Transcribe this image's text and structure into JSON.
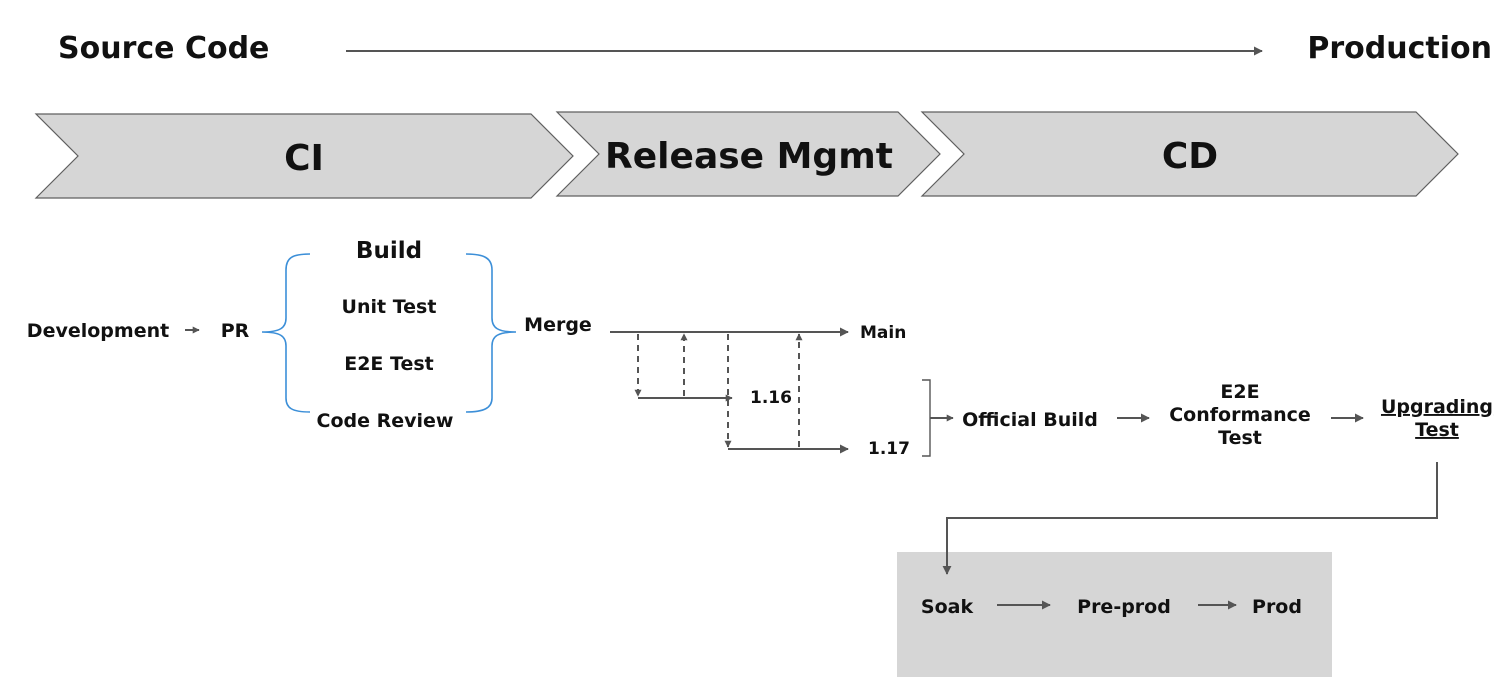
{
  "header": {
    "source_label": "Source Code",
    "production_label": "Production"
  },
  "phases": [
    {
      "label": "CI"
    },
    {
      "label": "Release Mgmt"
    },
    {
      "label": "CD"
    }
  ],
  "ci_flow": {
    "development": "Development",
    "pr": "PR",
    "checks": [
      "Build",
      "Unit Test",
      "E2E Test",
      "Code Review"
    ],
    "merge": "Merge"
  },
  "release_branches": {
    "main": "Main",
    "branch_1": "1.16",
    "branch_2": "1.17"
  },
  "cd_flow": {
    "official_build": "Official Build",
    "e2e_lines": [
      "E2E",
      "Conformance",
      "Test"
    ],
    "upgrading_lines": [
      "Upgrading",
      "Test"
    ]
  },
  "deploy_stages": [
    "Soak",
    "Pre-prod",
    "Prod"
  ],
  "colors": {
    "chevron_fill": "#d6d6d6",
    "chevron_stroke": "#5f5f5f",
    "arrow": "#555555",
    "brace": "#3c8fd8",
    "deploy_box": "#d6d6d6"
  }
}
